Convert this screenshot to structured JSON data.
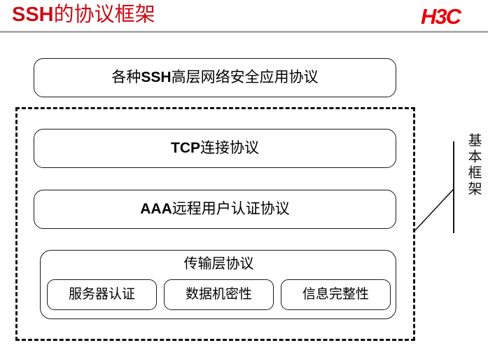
{
  "header": {
    "title_bold": "SSH",
    "title_rest": "的协议框架",
    "brand": "H3C",
    "title_color": "#CC0C14",
    "brand_color": "#E8000D",
    "rule_color": "#9d9d9d"
  },
  "diagram": {
    "application_layer": {
      "bold": "各种",
      "emphasis": "SSH",
      "rest": "高层网络安全应用协议"
    },
    "tcp_layer": {
      "emphasis": "TCP",
      "rest": "连接协议"
    },
    "aaa_layer": {
      "emphasis": "AAA",
      "rest": "远程用户认证协议"
    },
    "transport_layer": {
      "title": "传输层协议",
      "features": [
        {
          "label": "服务器认证"
        },
        {
          "label": "数据机密性"
        },
        {
          "label": "信息完整性"
        }
      ]
    },
    "callout": {
      "caption": "基本框架"
    },
    "box_border_color": "#1a1a1a",
    "frame_border_color": "#111111"
  }
}
